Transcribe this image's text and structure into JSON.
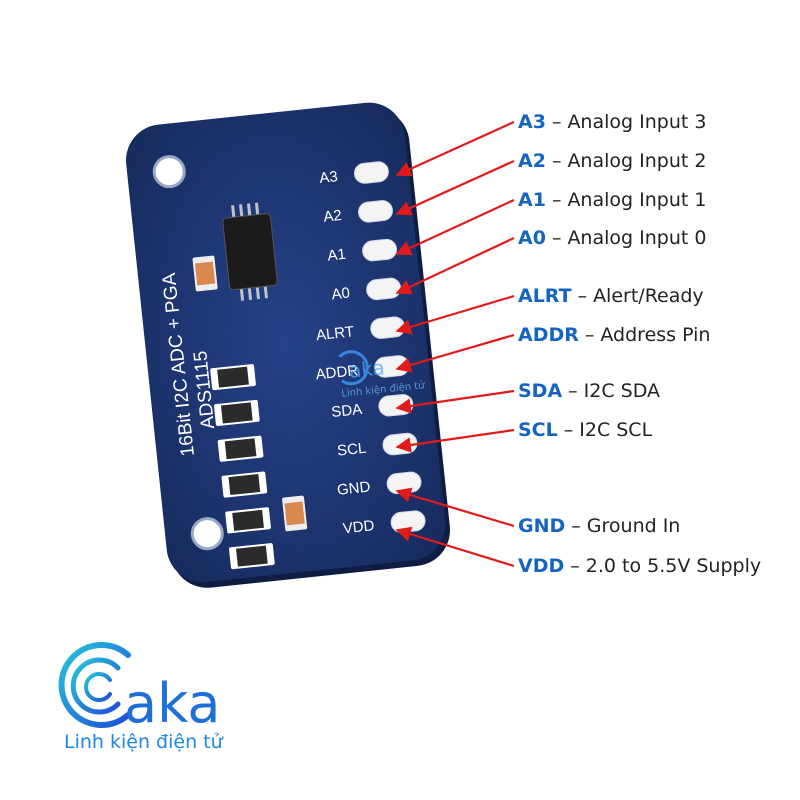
{
  "board": {
    "side_title": "16Bit I2C ADC + PGA",
    "side_part": "ADS1115",
    "pins": [
      "A3",
      "A2",
      "A1",
      "A0",
      "ALRT",
      "ADDR",
      "SDA",
      "SCL",
      "GND",
      "VDD"
    ]
  },
  "callouts": [
    {
      "pin": "A3",
      "desc": "Analog Input 3"
    },
    {
      "pin": "A2",
      "desc": "Analog Input 2"
    },
    {
      "pin": "A1",
      "desc": "Analog Input 1"
    },
    {
      "pin": "A0",
      "desc": "Analog Input 0"
    },
    {
      "pin": "ALRT",
      "desc": "Alert/Ready"
    },
    {
      "pin": "ADDR",
      "desc": "Address Pin"
    },
    {
      "pin": "SDA",
      "desc": "I2C SDA"
    },
    {
      "pin": "SCL",
      "desc": "I2C SCL"
    },
    {
      "pin": "GND",
      "desc": "Ground In"
    },
    {
      "pin": "VDD",
      "desc": "2.0 to 5.5V Supply"
    }
  ],
  "callout_separator": "–",
  "watermark": {
    "brand": "aka",
    "tagline": "Linh kiện điện tử"
  },
  "logo": {
    "brand": "aka",
    "tagline": "Linh kiện điện tử"
  },
  "colors": {
    "board": "#1c3370",
    "board_edge": "#0f1d45",
    "pad": "#f4f4f4",
    "arrow": "#e01b1b",
    "pin_label": "#1565c0",
    "logo": "#1e88e5"
  }
}
